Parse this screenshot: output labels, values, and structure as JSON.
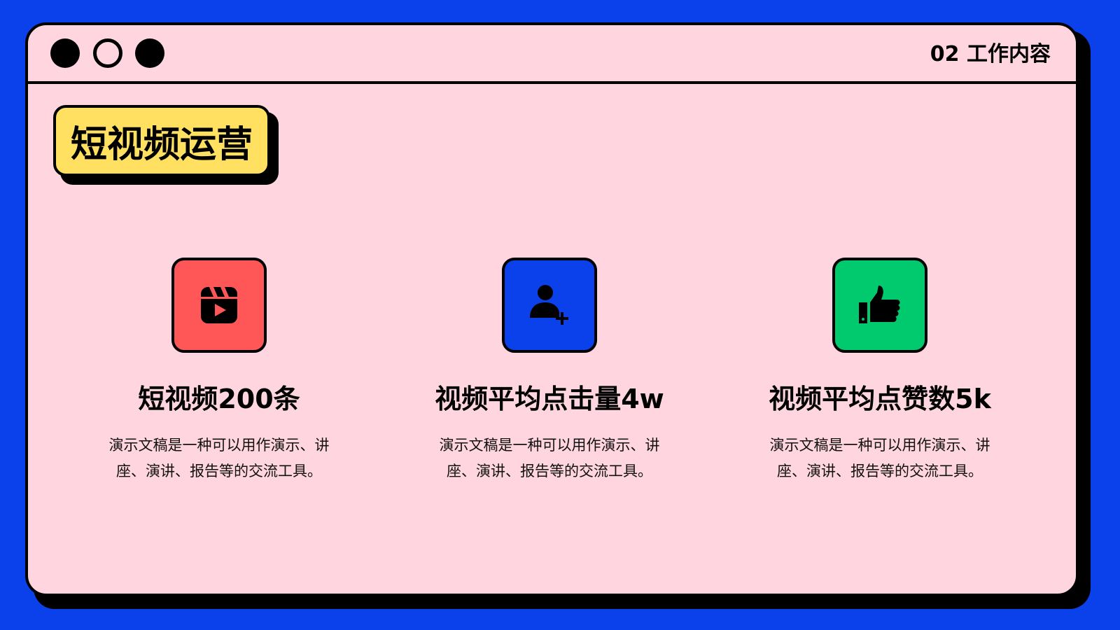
{
  "header": {
    "page_label": "02 工作内容"
  },
  "section": {
    "title": "短视频运营"
  },
  "colors": {
    "background": "#0a41ea",
    "window": "#ffd6e0",
    "section_badge": "#ffe060",
    "card1_accent": "#ff5757",
    "card2_accent": "#0a41ea",
    "card3_accent": "#00c96e"
  },
  "cards": [
    {
      "icon": "video-reels-icon",
      "title": "短视频200条",
      "description": "演示文稿是一种可以用作演示、讲座、演讲、报告等的交流工具。"
    },
    {
      "icon": "add-user-icon",
      "title": "视频平均点击量4w",
      "description": "演示文稿是一种可以用作演示、讲座、演讲、报告等的交流工具。"
    },
    {
      "icon": "thumbs-up-icon",
      "title": "视频平均点赞数5k",
      "description": "演示文稿是一种可以用作演示、讲座、演讲、报告等的交流工具。"
    }
  ]
}
